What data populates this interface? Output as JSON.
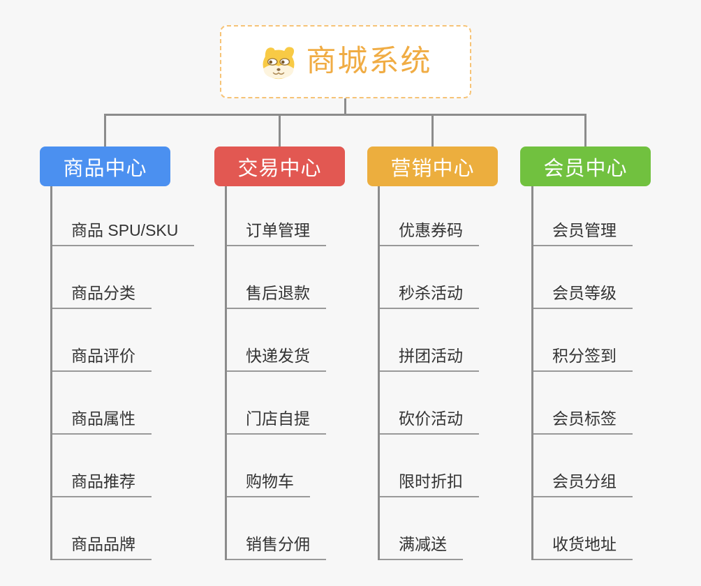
{
  "root": {
    "label": "商城系统",
    "icon": "shiba-dog-icon"
  },
  "branches": [
    {
      "label": "商品中心",
      "color": "#4b90f0",
      "children": [
        "商品 SPU/SKU",
        "商品分类",
        "商品评价",
        "商品属性",
        "商品推荐",
        "商品品牌"
      ]
    },
    {
      "label": "交易中心",
      "color": "#e25852",
      "children": [
        "订单管理",
        "售后退款",
        "快递发货",
        "门店自提",
        "购物车",
        "销售分佣"
      ]
    },
    {
      "label": "营销中心",
      "color": "#ecae3e",
      "children": [
        "优惠券码",
        "秒杀活动",
        "拼团活动",
        "砍价活动",
        "限时折扣",
        "满减送"
      ]
    },
    {
      "label": "会员中心",
      "color": "#71c13f",
      "children": [
        "会员管理",
        "会员等级",
        "积分签到",
        "会员标签",
        "会员分组",
        "收货地址"
      ]
    }
  ],
  "colors": {
    "background": "#f7f7f7",
    "connector": "#8c8c8c",
    "child_underline": "#999999",
    "child_text": "#333333",
    "root_border": "#f6c376",
    "root_text": "#f0ac44",
    "branch_text": "#ffffff"
  }
}
